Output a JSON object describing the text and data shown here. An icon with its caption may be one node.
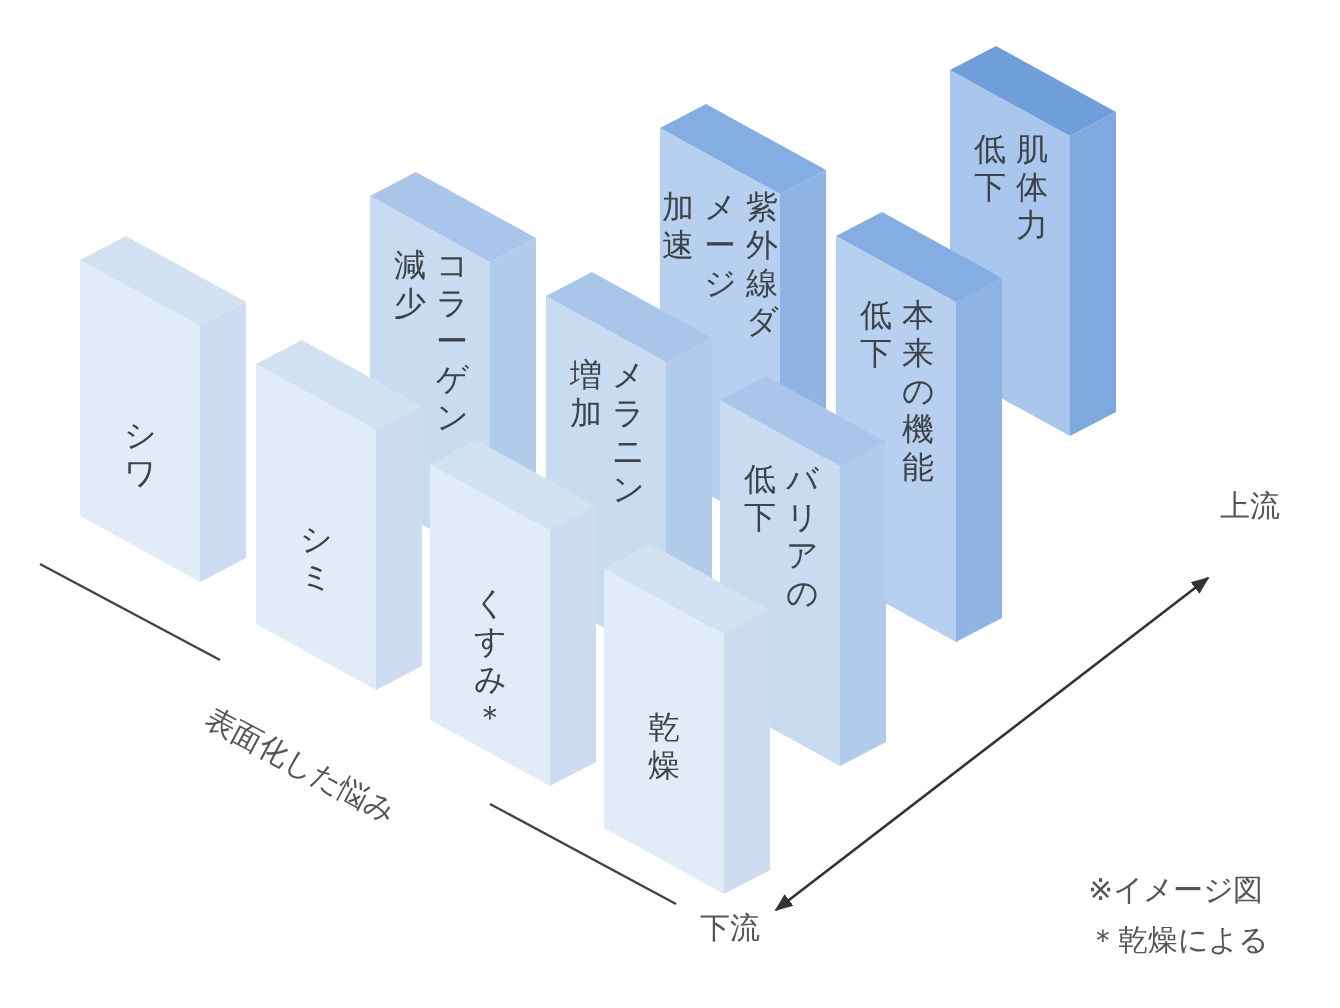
{
  "diagram": {
    "nodes": [
      {
        "text": [
          "シワ"
        ]
      },
      {
        "text": [
          "シミ"
        ]
      },
      {
        "text": [
          "くすみ＊"
        ]
      },
      {
        "text": [
          "乾燥"
        ]
      },
      {
        "text": [
          "コラーゲン減少"
        ]
      },
      {
        "text": [
          "メラニン増加"
        ]
      },
      {
        "text": [
          "バリアの低下"
        ]
      },
      {
        "text": [
          "紫外線ダメージ加速"
        ]
      },
      {
        "text": [
          "本来の機能低下"
        ]
      },
      {
        "text": [
          "肌体力低下"
        ]
      }
    ],
    "labels": [
      "上流",
      "表面化した悩み",
      "※イメージ図",
      "下流",
      "＊乾燥による"
    ]
  }
}
